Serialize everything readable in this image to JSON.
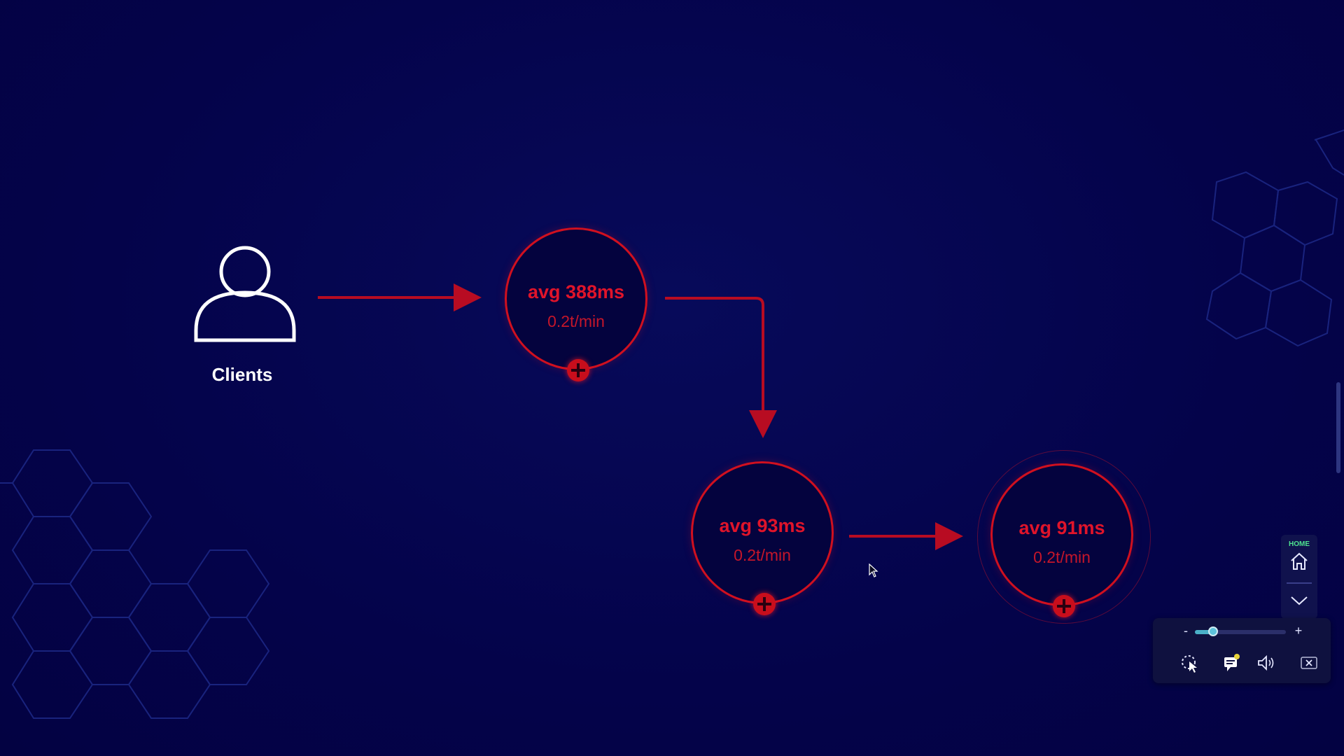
{
  "colors": {
    "background": "#04034a",
    "node_red": "#d0101f",
    "hexagon_stroke": "#1f2a8a",
    "home_accent": "#4ee38f",
    "zoom_accent": "#4ab0c8"
  },
  "flow": {
    "clients": {
      "label": "Clients",
      "icon": "user-icon"
    },
    "nodes": [
      {
        "avg": "avg 388ms",
        "rate": "0.2t/min",
        "icon": "plus-icon"
      },
      {
        "avg": "avg 93ms",
        "rate": "0.2t/min",
        "icon": "plus-icon"
      },
      {
        "avg": "avg 91ms",
        "rate": "0.2t/min",
        "icon": "plus-icon"
      }
    ]
  },
  "side_nav": {
    "home_label": "HOME",
    "home_icon": "home-icon",
    "collapse_icon": "chevron-down-icon"
  },
  "control_panel": {
    "zoom_minus": "-",
    "zoom_plus": "+",
    "zoom_level": 0.2,
    "tools": [
      "select-cursor-icon",
      "chat-notification-icon",
      "speaker-icon",
      "close-icon"
    ]
  }
}
